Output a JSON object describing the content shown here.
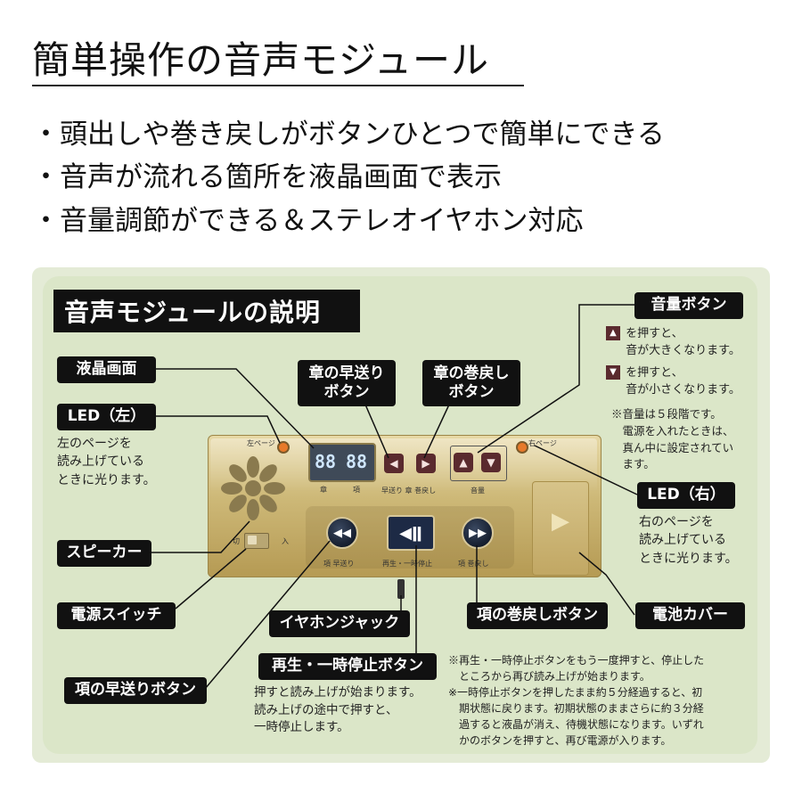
{
  "header": {
    "title": "簡単操作の音声モジュール",
    "bullets": [
      "・頭出しや巻き戻しがボタンひとつで簡単にできる",
      "・音声が流れる箇所を液晶画面で表示",
      "・音量調節ができる＆ステレオイヤホン対応"
    ]
  },
  "panel": {
    "title": "音声モジュールの説明",
    "labels": {
      "lcd": "液晶画面",
      "led_left": "LED（左）",
      "speaker": "スピーカー",
      "power_switch": "電源スイッチ",
      "item_forward": "項の早送りボタン",
      "chapter_forward": "章の早送り\nボタン",
      "chapter_rewind": "章の巻戻し\nボタン",
      "volume": "音量ボタン",
      "led_right": "LED（右）",
      "earphone": "イヤホンジャック",
      "play_pause": "再生・一時停止ボタン",
      "item_rewind": "項の巻戻しボタン",
      "battery": "電池カバー"
    },
    "notes": {
      "led_left": "左のページを\n読み上げている\nときに光ります。",
      "volume_up": "を押すと、\n音が大きくなります。",
      "volume_down": "を押すと、\n音が小さくなります。",
      "volume_note": "※音量は５段階です。\n　電源を入れたときは、\n　真ん中に設定されてい\n　ます。",
      "led_right": "右のページを\n読み上げている\nときに光ります。",
      "play_pause": "押すと読み上げが始まります。\n読み上げの途中で押すと、\n一時停止します。",
      "footnote": "※再生・一時停止ボタンをもう一度押すと、停止した\n　ところから再び読み上げが始まります。\n※一時停止ボタンを押したまま約５分経過すると、初\n　期状態に戻ります。初期状態のままさらに約３分経\n　過すると液晶が消え、待機状態になります。いずれ\n　かのボタンを押すと、再び電源が入ります。"
    }
  },
  "device": {
    "left_page": "左ページ",
    "right_page": "右ページ",
    "lcd_digits": [
      "88",
      "88"
    ],
    "lcd_sub": [
      "章",
      "項"
    ],
    "chapter_label": "早送り 章 巻戻し",
    "volume_label": "音量",
    "switch_off": "切",
    "switch_on": "入",
    "item_fwd_label": "項 早送り",
    "play_label": "再生・一時停止",
    "item_rew_label": "項 巻戻し",
    "icons": {
      "volume_up": "plus-triangle-icon",
      "volume_down": "minus-triangle-icon",
      "rewind": "double-left-icon",
      "forward": "double-right-icon",
      "play_pause": "play-pause-icon"
    }
  }
}
